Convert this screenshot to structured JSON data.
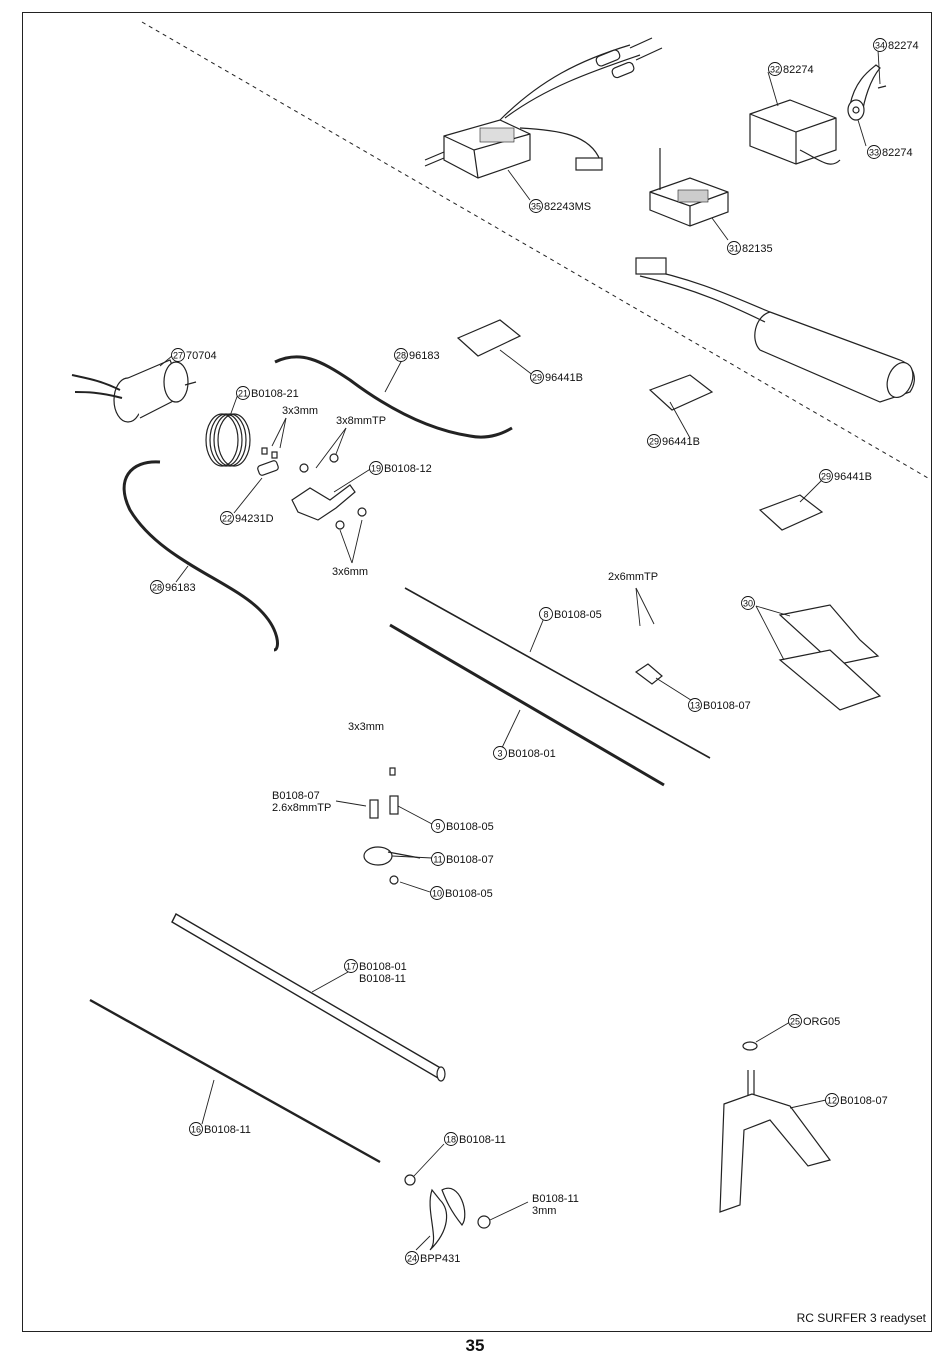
{
  "footer": "RC SURFER 3 readyset",
  "page_number": "35",
  "parts": [
    {
      "no": "35",
      "code": "82243MS"
    },
    {
      "no": "34",
      "code": "82274"
    },
    {
      "no": "32",
      "code": "82274"
    },
    {
      "no": "33",
      "code": "82274"
    },
    {
      "no": "31",
      "code": "82135"
    },
    {
      "no": "27",
      "code": "70704"
    },
    {
      "no": "21",
      "code": "B0108-21"
    },
    {
      "no": "28",
      "code": "96183"
    },
    {
      "no": "29",
      "code": "96441B"
    },
    {
      "no": "29",
      "code": "96441B"
    },
    {
      "no": "29",
      "code": "96441B"
    },
    {
      "no": "19",
      "code": "B0108-12"
    },
    {
      "no": "22",
      "code": "94231D"
    },
    {
      "no": "28",
      "code": "96183"
    },
    {
      "no": "30",
      "code": ""
    },
    {
      "no": "8",
      "code": "B0108-05"
    },
    {
      "no": "13",
      "code": "B0108-07"
    },
    {
      "no": "3",
      "code": "B0108-01"
    },
    {
      "no": "9",
      "code": "B0108-05"
    },
    {
      "no": "11",
      "code": "B0108-07"
    },
    {
      "no": "10",
      "code": "B0108-05"
    },
    {
      "no": "17",
      "code": "B0108-01",
      "code2": "B0108-11"
    },
    {
      "no": "25",
      "code": "ORG05"
    },
    {
      "no": "12",
      "code": "B0108-07"
    },
    {
      "no": "16",
      "code": "B0108-11"
    },
    {
      "no": "18",
      "code": "B0108-11"
    },
    {
      "no": "24",
      "code": "BPP431"
    }
  ],
  "notes": [
    "3x3mm",
    "3x8mmTP",
    "3x6mm",
    "2x6mmTP",
    "3x3mm",
    "B0108-07",
    "2.6x8mmTP",
    "B0108-11",
    "3mm"
  ]
}
